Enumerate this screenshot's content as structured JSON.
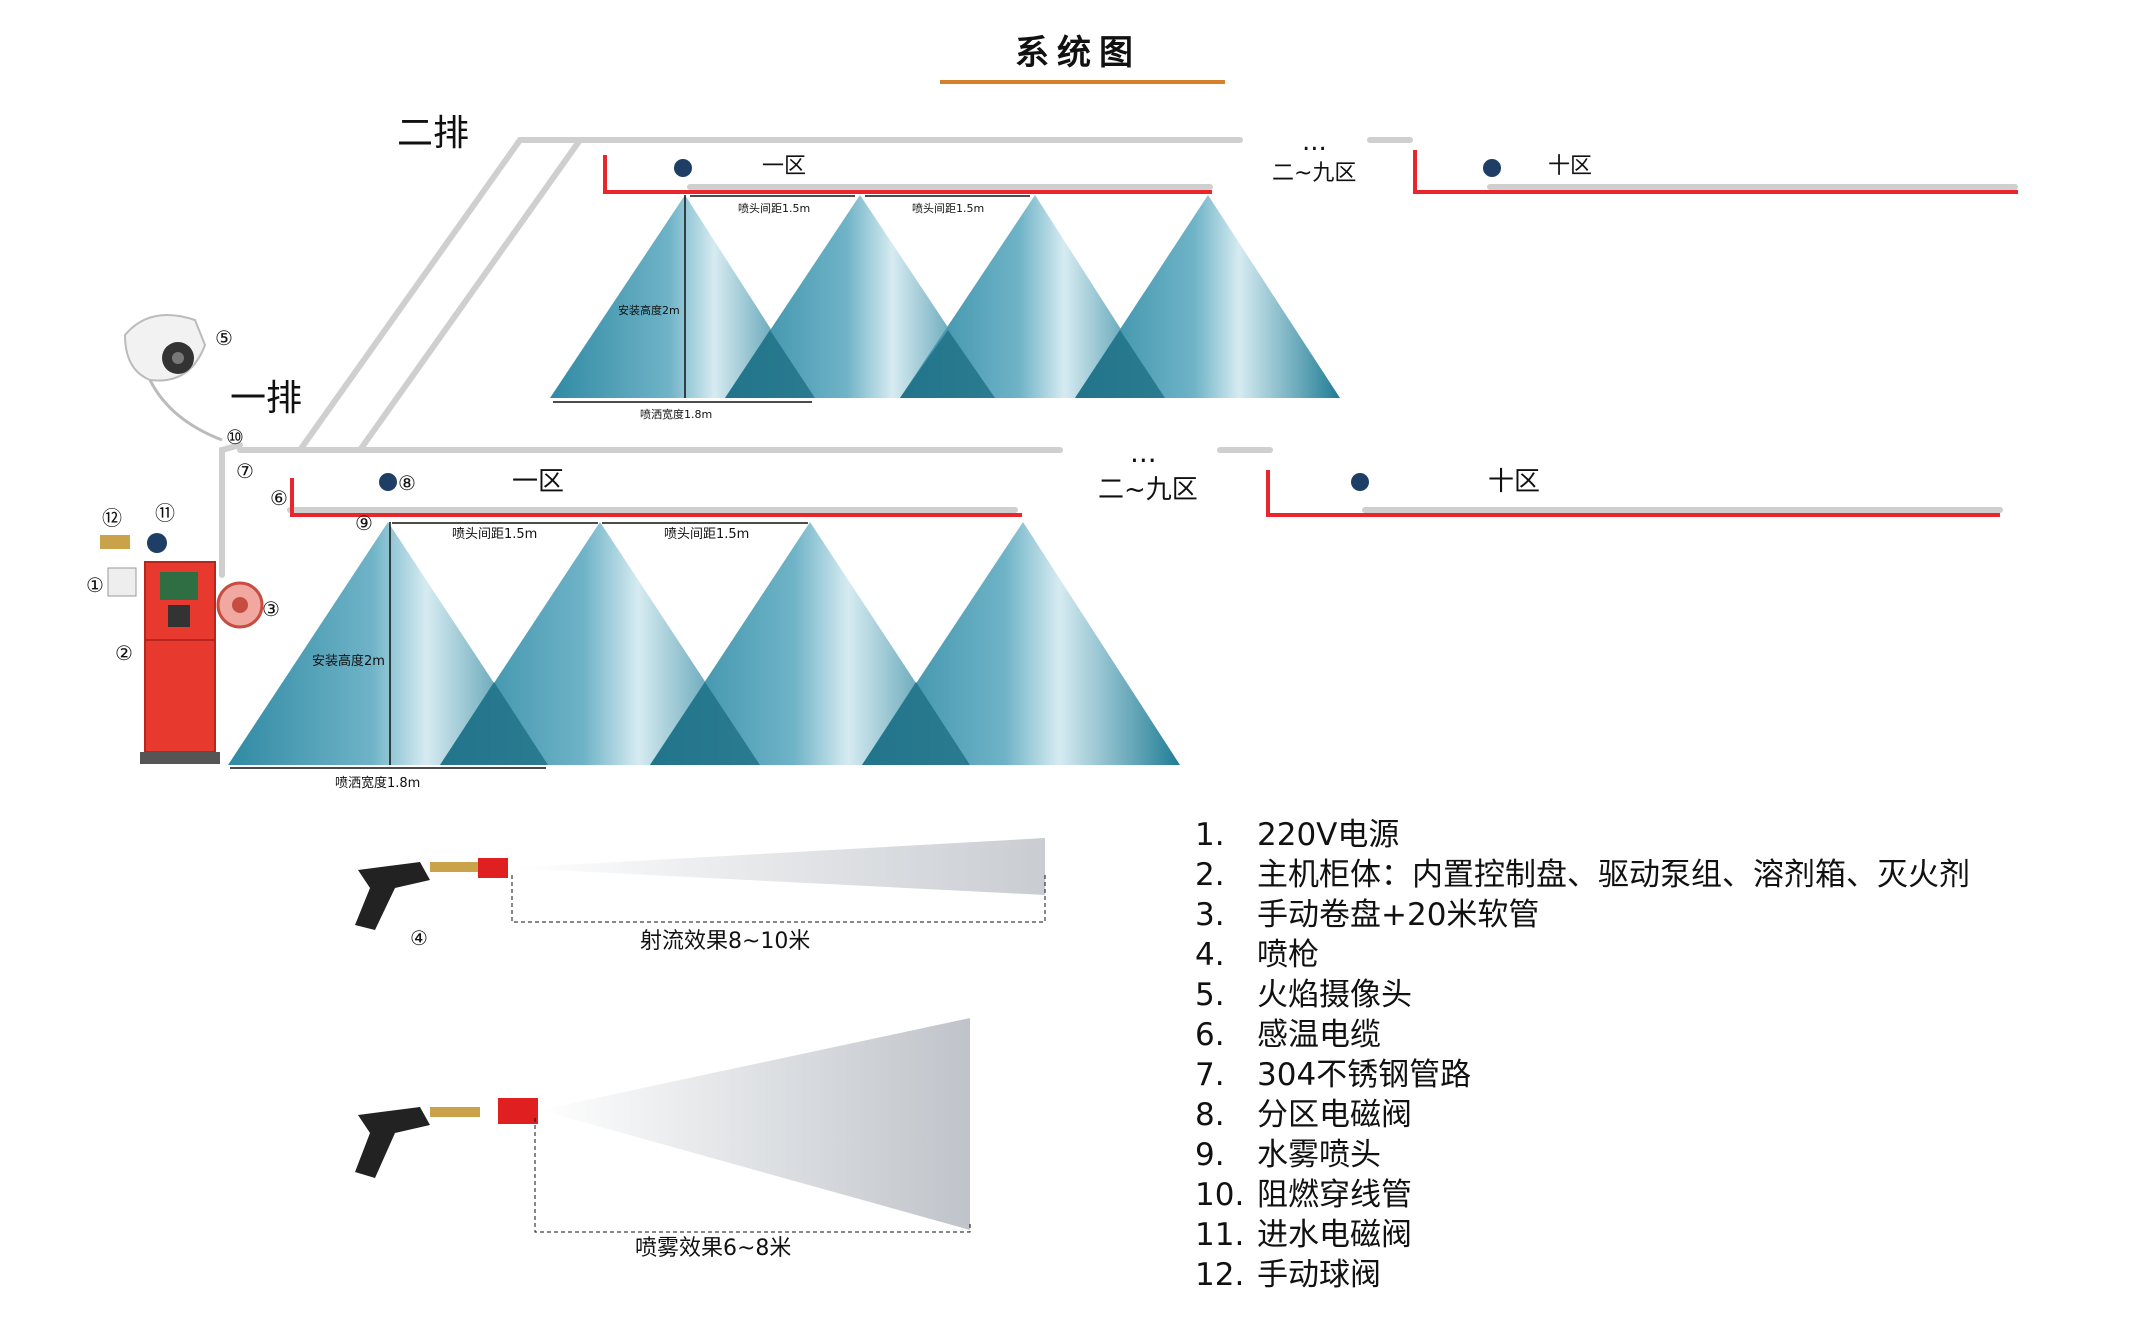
{
  "title": "系统图",
  "rows": {
    "row1_label": "一排",
    "row2_label": "二排"
  },
  "zones": {
    "zone1": "一区",
    "zone_mid": "二~九区",
    "zone10": "十区",
    "ellipsis": "..."
  },
  "dimensions": {
    "nozzle_spacing": "喷头间距1.5m",
    "install_height": "安装高度2m",
    "spray_width": "喷洒宽度1.8m"
  },
  "gun_effects": {
    "jet": "射流效果8~10米",
    "mist": "喷雾效果6~8米"
  },
  "callouts": [
    "①",
    "②",
    "③",
    "④",
    "⑤",
    "⑥",
    "⑦",
    "⑧",
    "⑨",
    "⑩",
    "⑪",
    "⑫"
  ],
  "legend": [
    {
      "num": "1.",
      "text": "220V电源"
    },
    {
      "num": "2.",
      "text": "主机柜体：内置控制盘、驱动泵组、溶剂箱、灭火剂"
    },
    {
      "num": "3.",
      "text": "手动卷盘+20米软管"
    },
    {
      "num": "4.",
      "text": "喷枪"
    },
    {
      "num": "5.",
      "text": "火焰摄像头"
    },
    {
      "num": "6.",
      "text": "感温电缆"
    },
    {
      "num": "7.",
      "text": "304不锈钢管路"
    },
    {
      "num": "8.",
      "text": "分区电磁阀"
    },
    {
      "num": "9.",
      "text": "水雾喷头"
    },
    {
      "num": "10.",
      "text": "阻燃穿线管"
    },
    {
      "num": "11.",
      "text": "进水电磁阀"
    },
    {
      "num": "12.",
      "text": "手动球阀"
    }
  ],
  "colors": {
    "title_underline": "#d4812a",
    "cable": "#e8262b",
    "pipe": "#cfcfcf",
    "cabinet": "#e8392f",
    "cone_dark": "#1a7f96",
    "cone_light": "#cfe6ee"
  }
}
